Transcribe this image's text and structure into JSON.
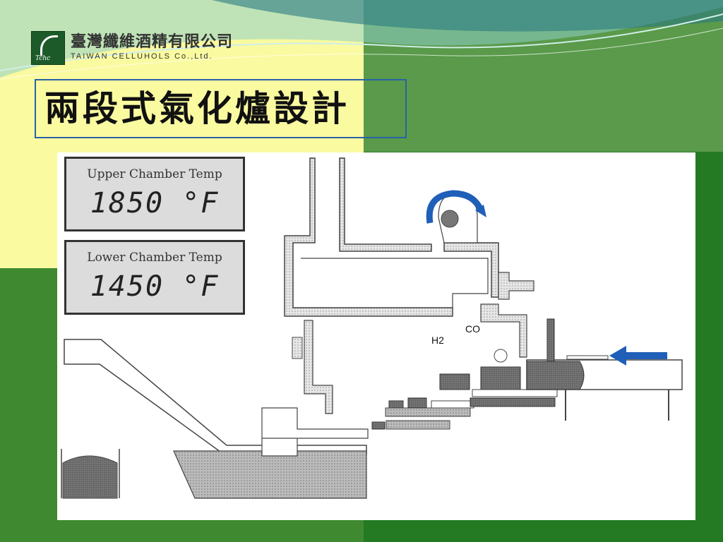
{
  "company": {
    "name_cn": "臺灣纖維酒精有限公司",
    "name_en": "TAIWAN CELLUHOLS Co.,Ltd.",
    "logo_mark": "Tchc"
  },
  "slide": {
    "title": "兩段式氣化爐設計"
  },
  "diagram": {
    "upper_chamber": {
      "label": "Upper Chamber Temp",
      "value": "1850 °F"
    },
    "lower_chamber": {
      "label": "Lower Chamber Temp",
      "value": "1450 °F"
    },
    "gas_labels": {
      "co": "CO",
      "h2": "H2"
    },
    "arrows": [
      "rotation-arrow",
      "feed-arrow"
    ]
  },
  "colors": {
    "background_green": "#1f6f1f",
    "background_yellow": "#fafaa0",
    "title_border": "#2a62a8",
    "arrow_blue": "#1f5fb8"
  }
}
